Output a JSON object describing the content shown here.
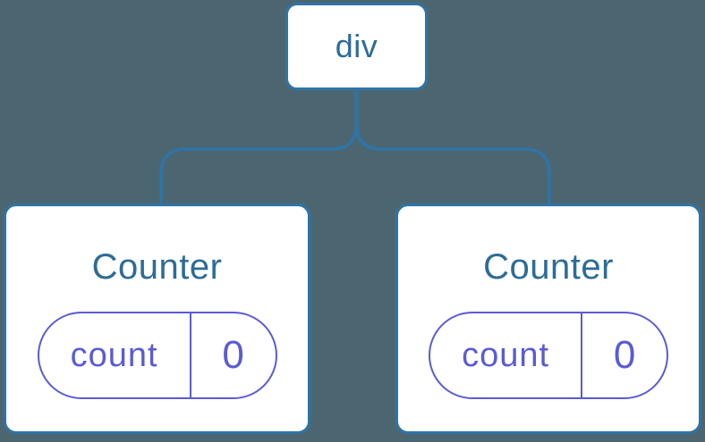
{
  "colors": {
    "background": "#4C6671",
    "node_fill": "#FFFFFF",
    "tree_line": "#2E74A8",
    "component_text": "#2D6C97",
    "state_accent": "#5B5BD6"
  },
  "tree": {
    "root": {
      "label": "div"
    },
    "children": [
      {
        "label": "Counter",
        "state": {
          "key": "count",
          "value": "0"
        }
      },
      {
        "label": "Counter",
        "state": {
          "key": "count",
          "value": "0"
        }
      }
    ]
  }
}
